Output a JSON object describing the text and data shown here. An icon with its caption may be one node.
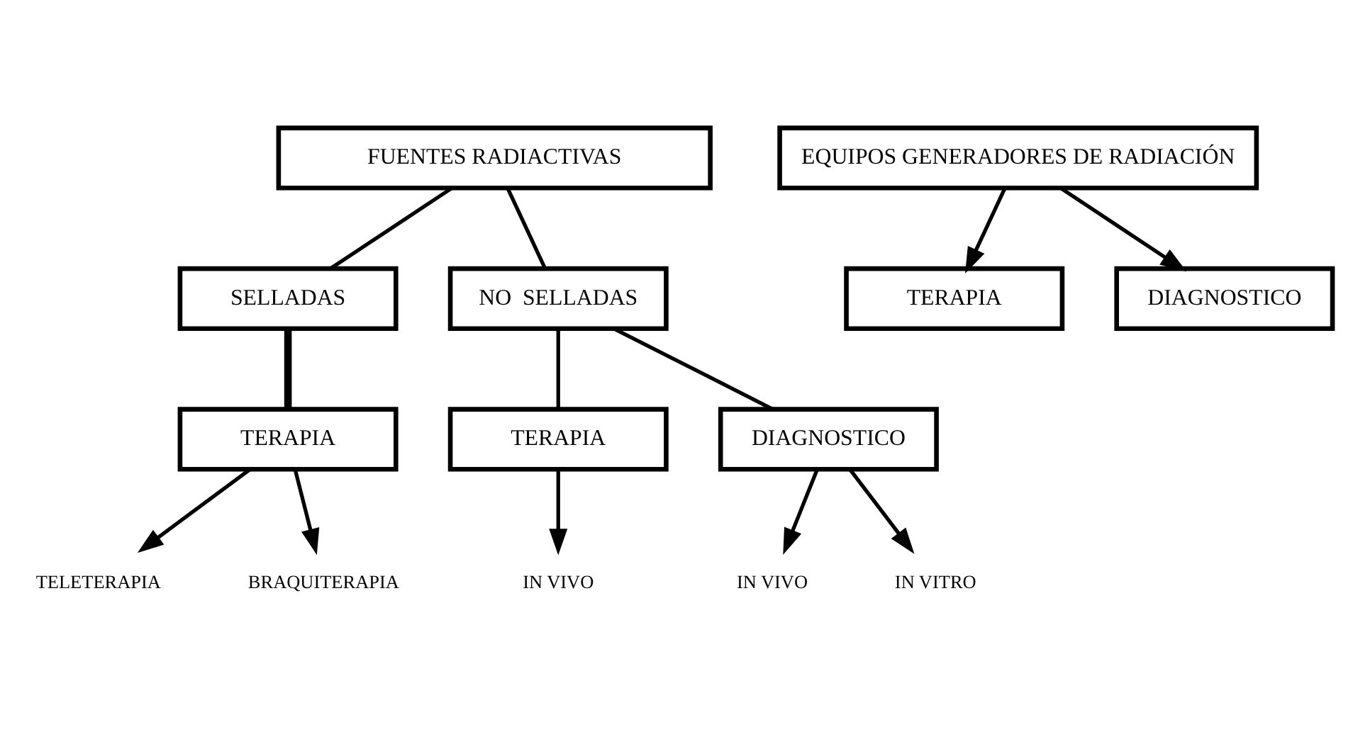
{
  "diagram": {
    "nodes": [
      {
        "text": [
          "FUENTES RADIACTIVAS"
        ]
      },
      {
        "text": [
          "SELLADAS"
        ]
      },
      {
        "text": [
          "NO  SELLADAS"
        ]
      },
      {
        "text": [
          "TERAPIA"
        ]
      },
      {
        "text": [
          "TERAPIA"
        ]
      },
      {
        "text": [
          "DIAGNOSTICO"
        ]
      },
      {
        "text": [
          "TELETERAPIA"
        ]
      },
      {
        "text": [
          "BRAQUITERAPIA"
        ]
      },
      {
        "text": [
          "IN VIVO"
        ]
      },
      {
        "text": [
          "IN VIVO"
        ]
      },
      {
        "text": [
          "IN VITRO"
        ]
      },
      {
        "text": [
          "EQUIPOS GENERADORES DE RADIACIÓN"
        ]
      },
      {
        "text": [
          "TERAPIA"
        ]
      },
      {
        "text": [
          "DIAGNOSTICO"
        ]
      }
    ],
    "edges": [
      {
        "from": 0,
        "to": 1,
        "arrow": "none"
      },
      {
        "from": 0,
        "to": 2,
        "arrow": "none"
      },
      {
        "from": 1,
        "to": 3,
        "arrow": "none",
        "style": "thick"
      },
      {
        "from": 2,
        "to": 4,
        "arrow": "none"
      },
      {
        "from": 2,
        "to": 5,
        "arrow": "none"
      },
      {
        "from": 3,
        "to": 6,
        "arrow": "to"
      },
      {
        "from": 3,
        "to": 7,
        "arrow": "to"
      },
      {
        "from": 4,
        "to": 8,
        "arrow": "to"
      },
      {
        "from": 5,
        "to": 9,
        "arrow": "to"
      },
      {
        "from": 5,
        "to": 10,
        "arrow": "to"
      },
      {
        "from": 11,
        "to": 12,
        "arrow": "to"
      },
      {
        "from": 11,
        "to": 13,
        "arrow": "to"
      }
    ]
  }
}
